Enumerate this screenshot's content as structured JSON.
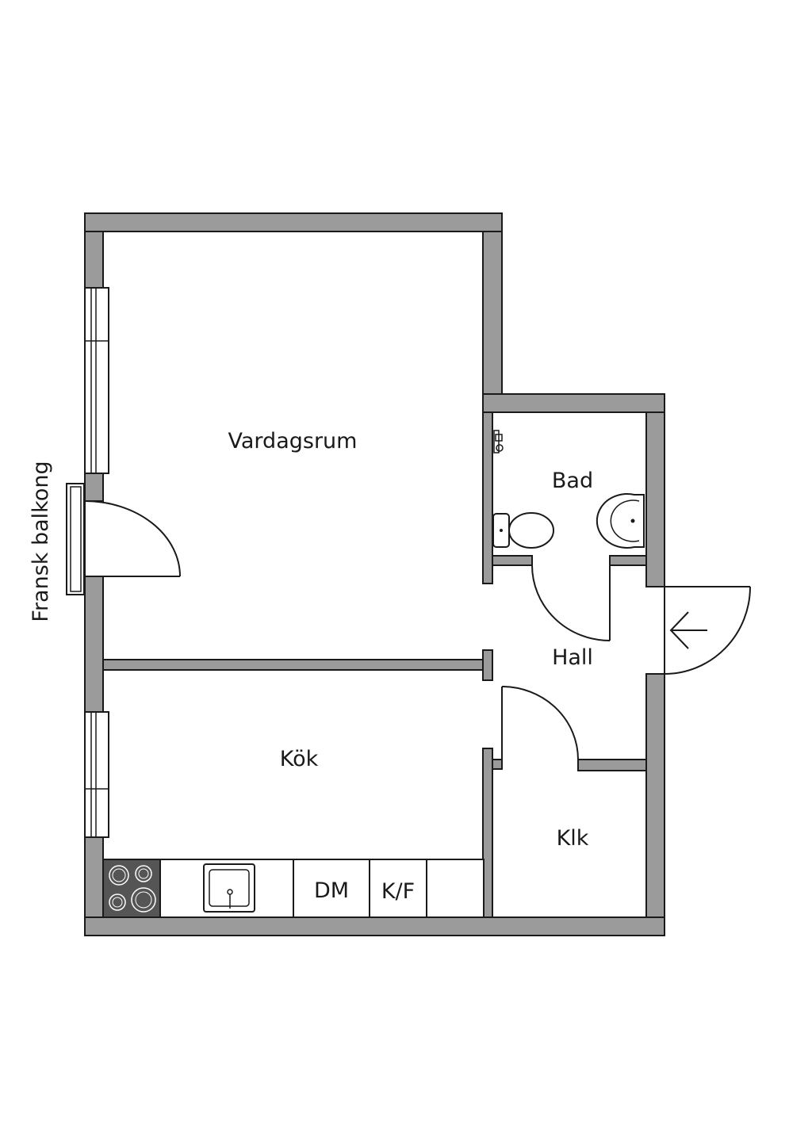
{
  "rooms": {
    "vardagsrum": "Vardagsrum",
    "bad": "Bad",
    "hall": "Hall",
    "kok": "Kök",
    "klk": "Klk"
  },
  "balcony_label": "Fransk balkong",
  "kitchen_fixtures": {
    "dishwasher": "DM",
    "fridge_freezer": "K/F"
  },
  "colors": {
    "wall": "#9b9b9b",
    "line": "#1a1a1a",
    "stove": "#555555"
  },
  "icons": [
    "entrance-arrow-icon",
    "stove-icon",
    "sink-icon",
    "toilet-icon",
    "washbasin-icon",
    "shower-icon",
    "door-swing-icon",
    "window-icon"
  ]
}
